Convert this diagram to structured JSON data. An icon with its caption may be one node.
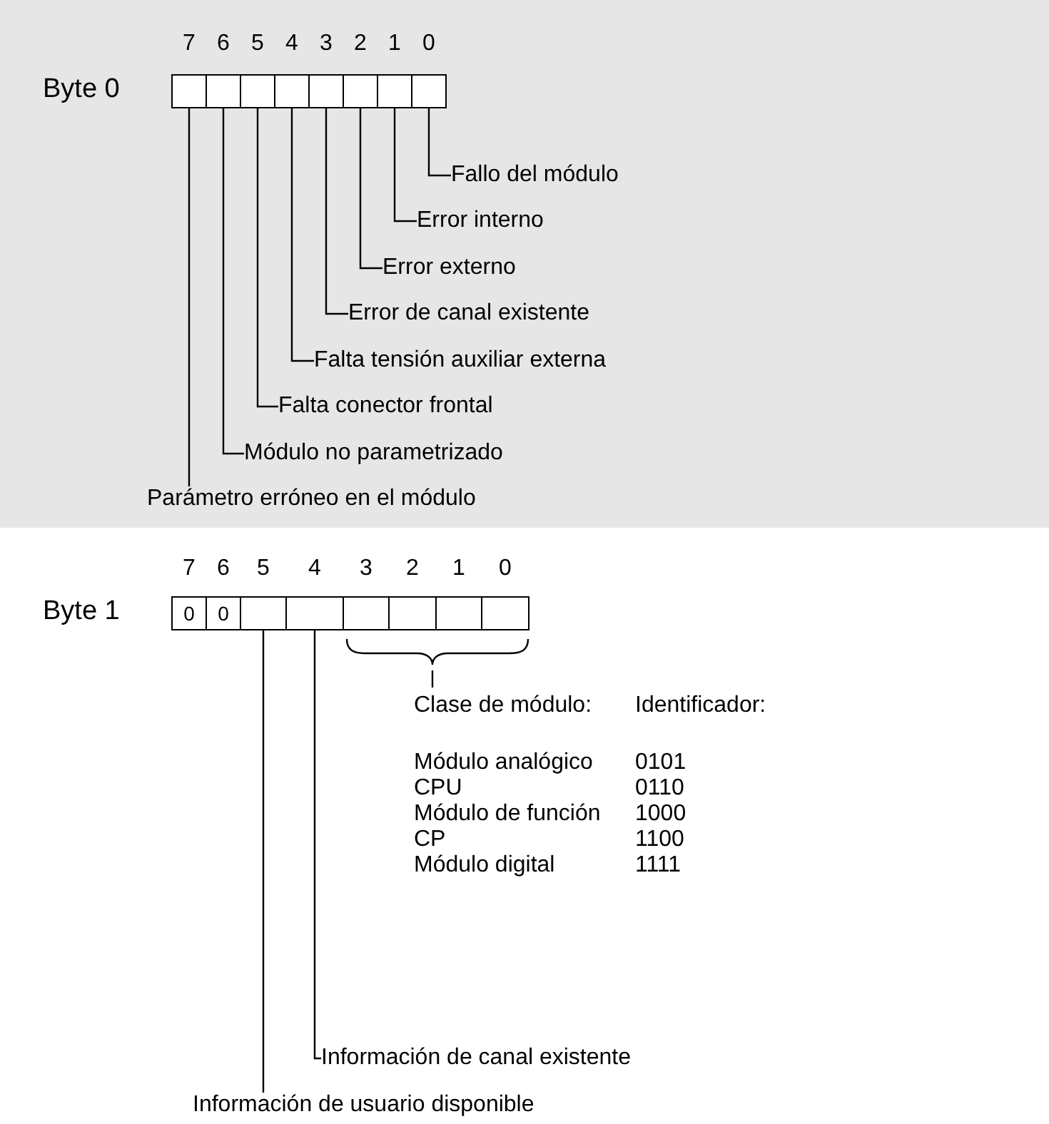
{
  "diagram": {
    "nodes": [
      {
        "text": [],
        "shape": "box"
      },
      {
        "text": [],
        "shape": "box"
      },
      {
        "text": [],
        "shape": "box"
      },
      {
        "text": [],
        "shape": "box"
      },
      {
        "text": [],
        "shape": "box"
      },
      {
        "text": [],
        "shape": "box"
      },
      {
        "text": [],
        "shape": "box"
      },
      {
        "text": [],
        "shape": "box"
      },
      {
        "text": [
          "Fallo del módulo"
        ]
      },
      {
        "text": [
          "Error interno"
        ]
      },
      {
        "text": [
          "Error externo"
        ]
      },
      {
        "text": [
          "Error de canal existente"
        ]
      },
      {
        "text": [
          "Falta tensión auxiliar externa"
        ]
      },
      {
        "text": [
          "Falta conector frontal"
        ]
      },
      {
        "text": [
          "Módulo no parametrizado"
        ]
      },
      {
        "text": [
          "Parámetro erróneo en el módulo"
        ]
      },
      {
        "text": [
          "0"
        ]
      },
      {
        "text": [
          "0"
        ]
      },
      {
        "text": [],
        "shape": "box"
      },
      {
        "text": [],
        "shape": "box"
      },
      {
        "text": [],
        "shape": "box"
      },
      {
        "text": [],
        "shape": "box"
      },
      {
        "text": [],
        "shape": "box"
      },
      {
        "text": [],
        "shape": "box"
      },
      {
        "text": [
          "Información de canal existente"
        ]
      },
      {
        "text": [
          "Información de usuario disponible"
        ]
      }
    ],
    "edges": [
      {
        "from": 8,
        "to": 7,
        "arrow": "none"
      },
      {
        "from": 9,
        "to": 6,
        "arrow": "none"
      },
      {
        "from": 10,
        "to": 5,
        "arrow": "none"
      },
      {
        "from": 11,
        "to": 4,
        "arrow": "none"
      },
      {
        "from": 12,
        "to": 3,
        "arrow": "none"
      },
      {
        "from": 13,
        "to": 2,
        "arrow": "none"
      },
      {
        "from": 14,
        "to": 1,
        "arrow": "none"
      },
      {
        "from": 15,
        "to": 0,
        "arrow": "none"
      },
      {
        "from": 24,
        "to": 19,
        "arrow": "none"
      },
      {
        "from": 25,
        "to": 18,
        "arrow": "none"
      }
    ],
    "labels": [
      "7",
      "6",
      "5",
      "4",
      "3",
      "2",
      "1",
      "0",
      "Byte 0",
      "7",
      "6",
      "5",
      "4",
      "3",
      "2",
      "1",
      "0",
      "Byte 1",
      "Clase de módulo:",
      "Identificador:",
      "Módulo analógico",
      "0101",
      "CPU",
      "0110",
      "Módulo de función",
      "1000",
      "CP",
      "1100",
      "Módulo digital",
      "1111"
    ]
  }
}
